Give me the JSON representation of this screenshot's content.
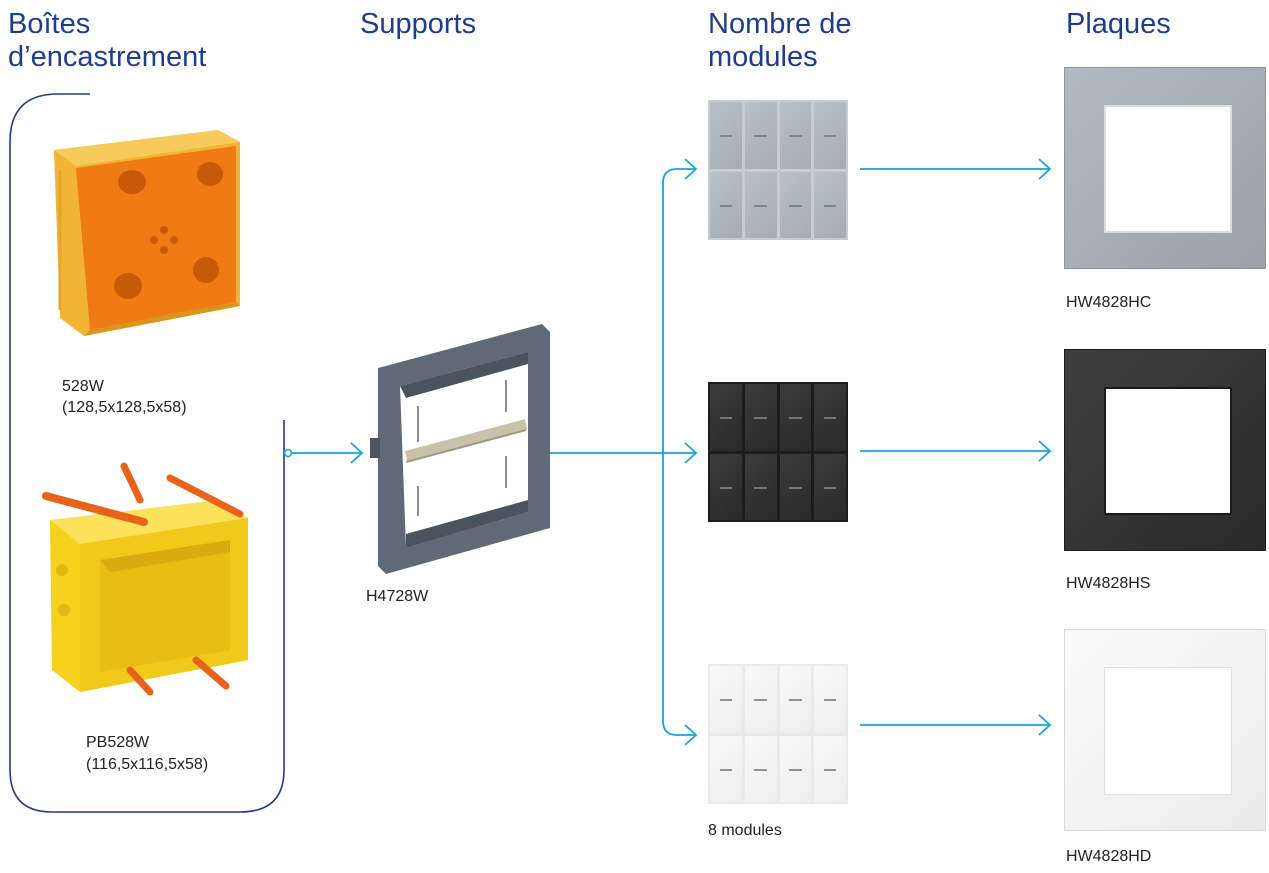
{
  "headings": {
    "boites": "Boîtes\nd’encastrement",
    "supports": "Supports",
    "modules": "Nombre de\nmodules",
    "plaques": "Plaques"
  },
  "boxes": [
    {
      "ref": "528W",
      "dims": "(128,5x128,5x58)"
    },
    {
      "ref": "PB528W",
      "dims": "(116,5x116,5x58)"
    }
  ],
  "support": {
    "ref": "H4728W"
  },
  "modules_label": "8 modules",
  "plaques": [
    {
      "ref": "HW4828HC",
      "finish": "aluminium"
    },
    {
      "ref": "HW4828HS",
      "finish": "anthracite"
    },
    {
      "ref": "HW4828HD",
      "finish": "white"
    }
  ],
  "colors": {
    "heading": "#1f3d8f",
    "connector": "#1aa3e0",
    "bracket": "#1f3d8f"
  },
  "icons": [
    "embedded-box-orange",
    "embedded-box-yellow",
    "support-frame",
    "module-grid",
    "cover-plate"
  ]
}
